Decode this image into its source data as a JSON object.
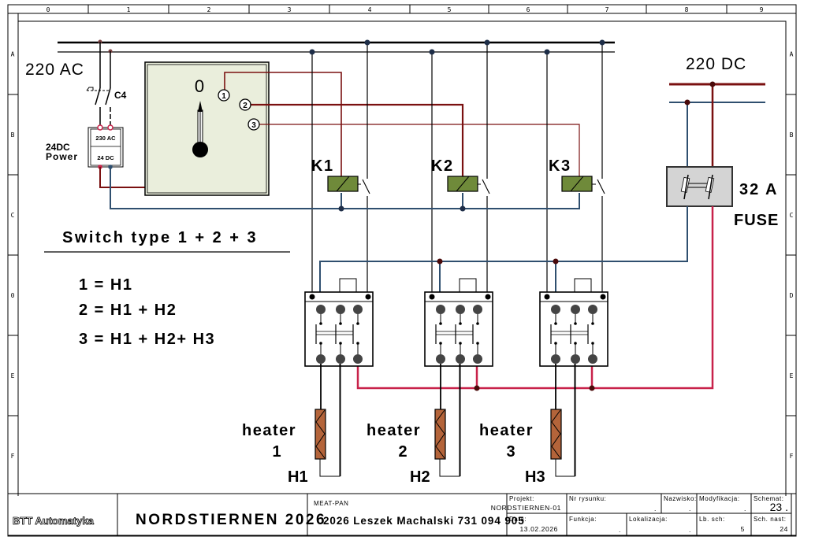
{
  "frame": {
    "columns": [
      "0",
      "1",
      "2",
      "3",
      "4",
      "5",
      "6",
      "7",
      "8",
      "9"
    ],
    "rows": [
      "A",
      "B",
      "C",
      "D",
      "E",
      "F"
    ],
    "rows_left": [
      "A",
      "B",
      "C",
      "0",
      "E",
      "F"
    ]
  },
  "colors": {
    "ac_line": "#000000",
    "control_red": "#7a1010",
    "dc_minus_blue": "#2f4f6f",
    "dc_plus_red": "#c8224a",
    "relay_coil": "#6f8a3a",
    "switch_panel": "#eaeedc",
    "fuse_box": "#d4d4d4",
    "heater": "#b4643a"
  },
  "supply": {
    "ac_label": "220 AC",
    "dc_label": "220 DC",
    "breaker_label": "C4",
    "psu_label_line1": "24DC",
    "psu_label_line2": "Power",
    "psu_top": "230 AC",
    "psu_bottom": "24 DC"
  },
  "rotary_switch": {
    "zero_label": "0",
    "positions": [
      "1",
      "2",
      "3"
    ]
  },
  "relays": [
    {
      "label": "K1"
    },
    {
      "label": "K2"
    },
    {
      "label": "K3"
    }
  ],
  "fuse": {
    "rating": "32 A",
    "label": "FUSE"
  },
  "legend": {
    "title": "Switch type 1 + 2 + 3",
    "lines": [
      "1 = H1",
      "2 = H1 + H2",
      "3 = H1 + H2+ H3"
    ]
  },
  "heaters": [
    {
      "word": "heater",
      "num": "1",
      "tag": "H1"
    },
    {
      "word": "heater",
      "num": "2",
      "tag": "H2"
    },
    {
      "word": "heater",
      "num": "3",
      "tag": "H3"
    }
  ],
  "title_block": {
    "company": "BTT Automatyka",
    "project_name": "NORDSTIERNEN 2026",
    "subtitle": "MEAT-PAN",
    "author_line": "2026 Leszek Machalski 731 094 905",
    "projekt_label": "Projekt:",
    "projekt_value": "NORDSTIERNEN-01",
    "data_label": "Data:",
    "data_value": "13.02.2026",
    "nr_rysunku_label": "Nr rysunku:",
    "nr_rysunku_value": ".",
    "nazwisko_label": "Nazwisko:",
    "nazwisko_value": ".",
    "modyfikacja_label": "Modyfikacja:",
    "modyfikacja_value": ".",
    "schemat_label": "Schemat:",
    "schemat_value": "23 .",
    "funkcja_label": "Funkcja:",
    "funkcja_value": ".",
    "lokalizacja_label": "Lokalizacja:",
    "lokalizacja_value": ".",
    "lb_sch_label": "Lb. sch:",
    "lb_sch_value": "5",
    "sch_nast_label": "Sch. nast:",
    "sch_nast_value": "24"
  }
}
